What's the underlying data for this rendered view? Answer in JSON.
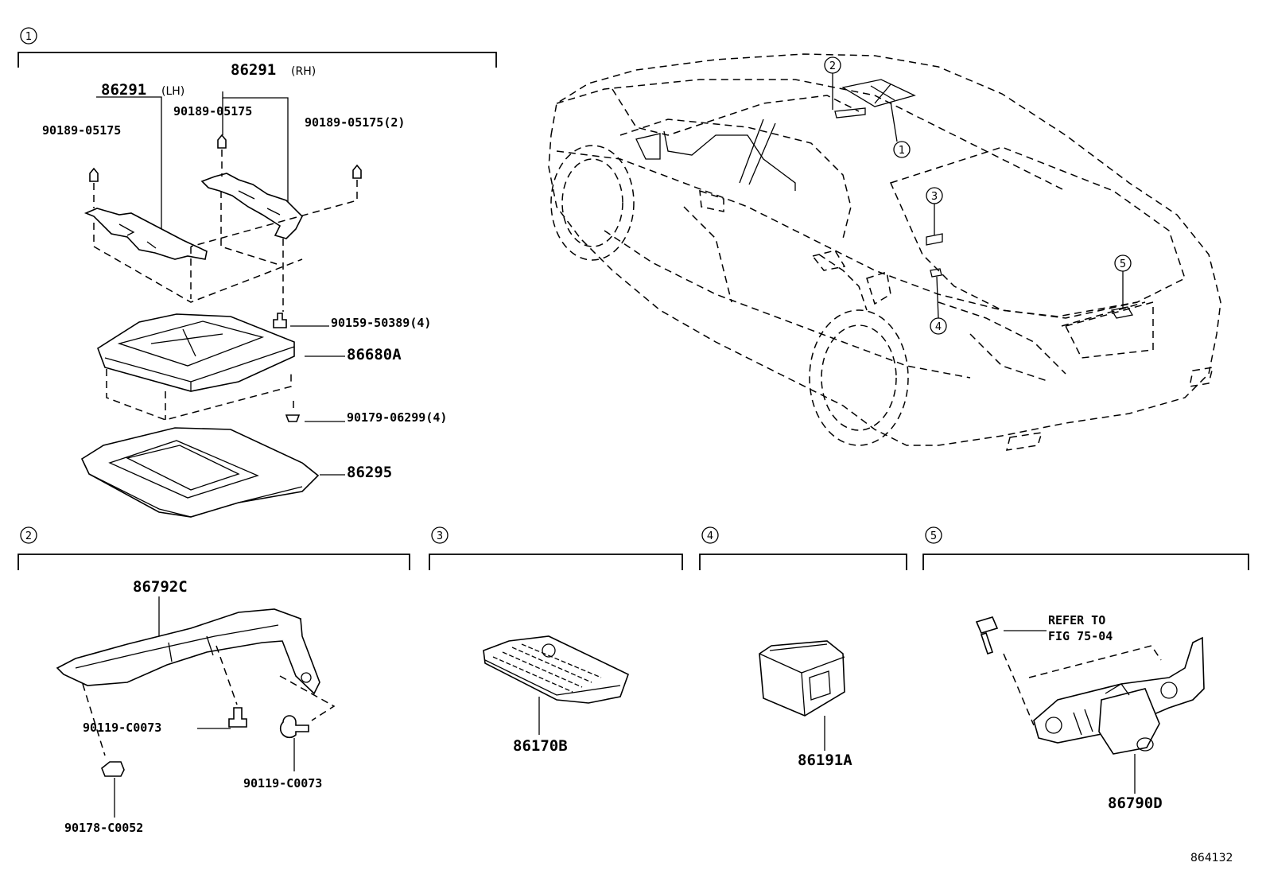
{
  "sections": [
    {
      "number": "1"
    },
    {
      "number": "2"
    },
    {
      "number": "3"
    },
    {
      "number": "4"
    },
    {
      "number": "5"
    }
  ],
  "overview_callouts": [
    "2",
    "1",
    "3",
    "4",
    "5"
  ],
  "group1": {
    "bracket_lh": {
      "part": "86291",
      "side": "(LH)"
    },
    "bracket_rh": {
      "part": "86291",
      "side": "(RH)"
    },
    "screw_lh": "90189-05175",
    "screw_rh": "90189-05175",
    "screw_qty2": "90189-05175(2)",
    "bolt": "90159-50389(4)",
    "display": "86680A",
    "clip": "90179-06299(4)",
    "cover": "86295"
  },
  "group2": {
    "antenna": "86792C",
    "screw_a": "90119-C0073",
    "screw_b": "90119-C0073",
    "clip": "90178-C0052"
  },
  "group3": {
    "remote": "86170B"
  },
  "group4": {
    "receiver": "86191A"
  },
  "group5": {
    "refer_line1": "REFER TO",
    "refer_line2": "FIG 75-04",
    "camera": "86790D"
  },
  "figure_code": "864132"
}
